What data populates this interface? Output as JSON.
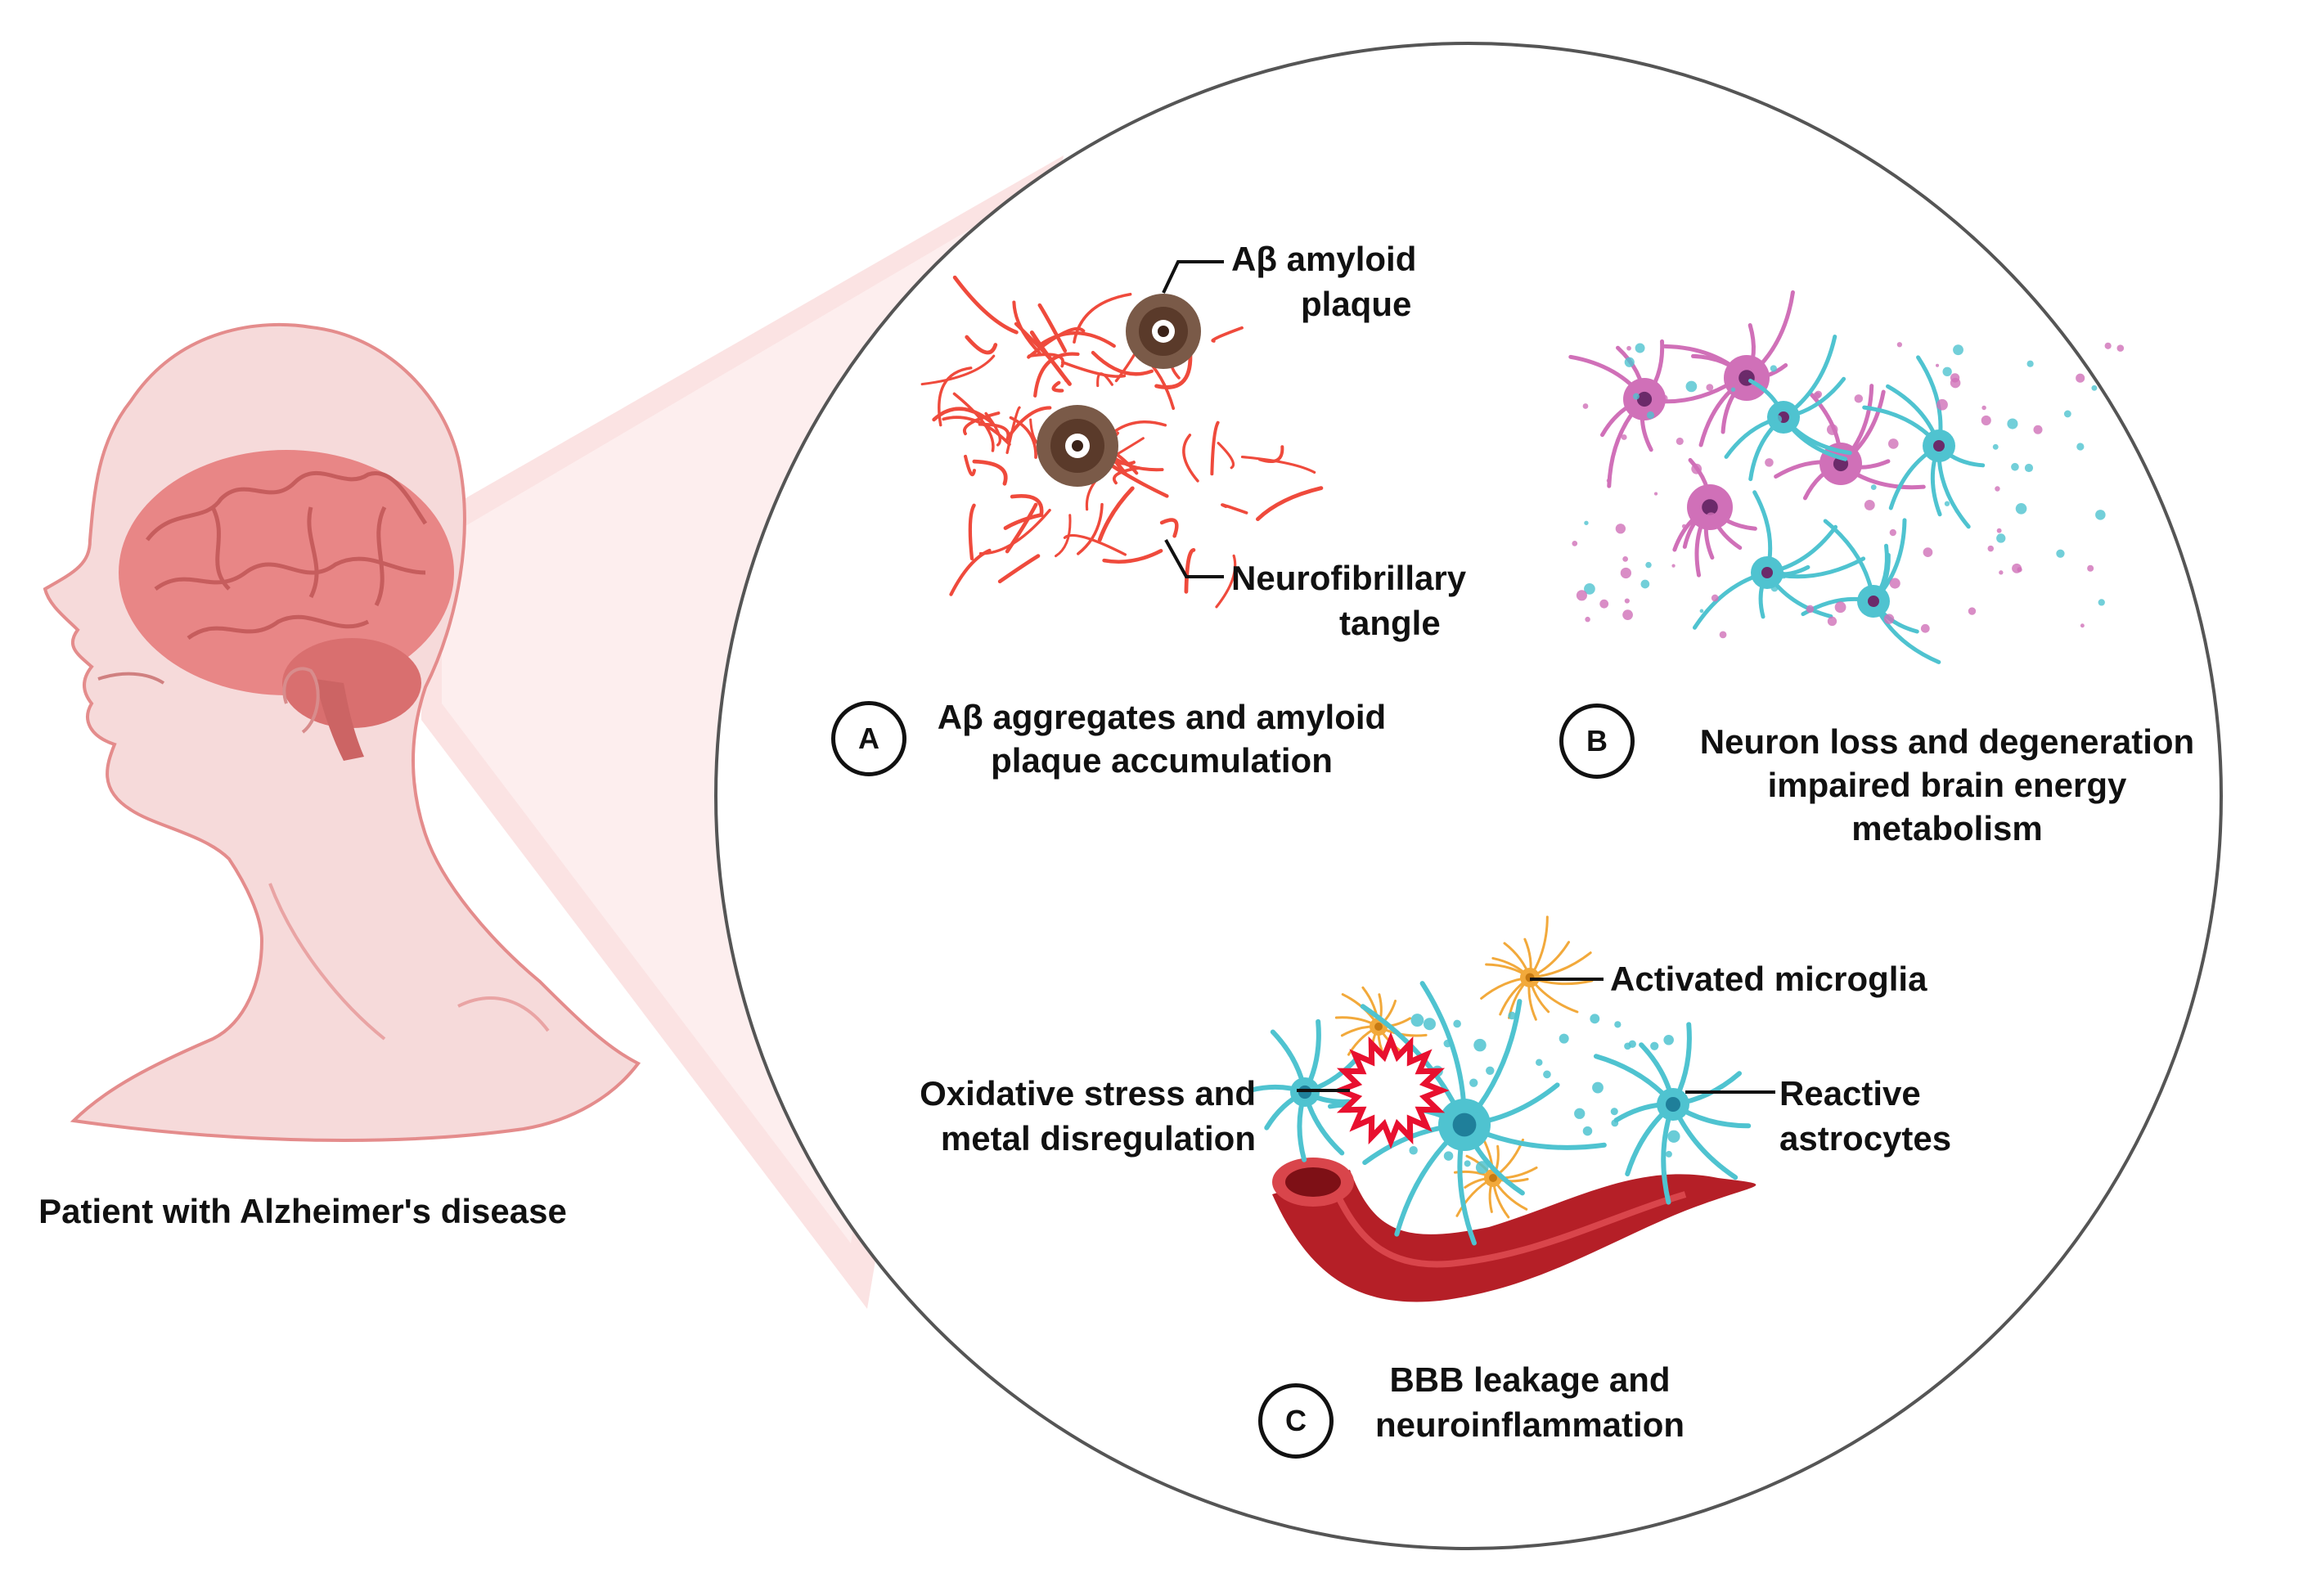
{
  "patient_label": "Patient with Alzheimer's disease",
  "panel_a": {
    "badge": "A",
    "caption_line1": "Aβ aggregates and amyloid",
    "caption_line2": "plaque accumulation",
    "plaque_label_line1": "Aβ amyloid",
    "plaque_label_line2": "plaque",
    "tangle_label_line1": "Neurofibrillary",
    "tangle_label_line2": "tangle"
  },
  "panel_b": {
    "badge": "B",
    "caption_line1": "Neuron loss and degeneration",
    "caption_line2": "impaired brain energy",
    "caption_line3": "metabolism"
  },
  "panel_c": {
    "badge": "C",
    "caption_line1": "BBB leakage and",
    "caption_line2": "neuroinflammation",
    "microglia_label": "Activated microglia",
    "oxidative_label_line1": "Oxidative stress and",
    "oxidative_label_line2": "metal disregulation",
    "astrocytes_label_line1": "Reactive",
    "astrocytes_label_line2": "astrocytes"
  },
  "colors": {
    "head": "#f6dada",
    "head_outline": "#e27c7c",
    "brain": "#e98585",
    "brain_dark": "#c95e5e",
    "zoom_cone": "#fbe1e1",
    "tangle": "#ef4a3c",
    "plaque": "#5a3a2a",
    "neuron_pink": "#d070b8",
    "neuron_cyan": "#4fc3d0",
    "microglia": "#f2a93b",
    "vessel": "#b51f27",
    "ros": "#e8102f"
  }
}
